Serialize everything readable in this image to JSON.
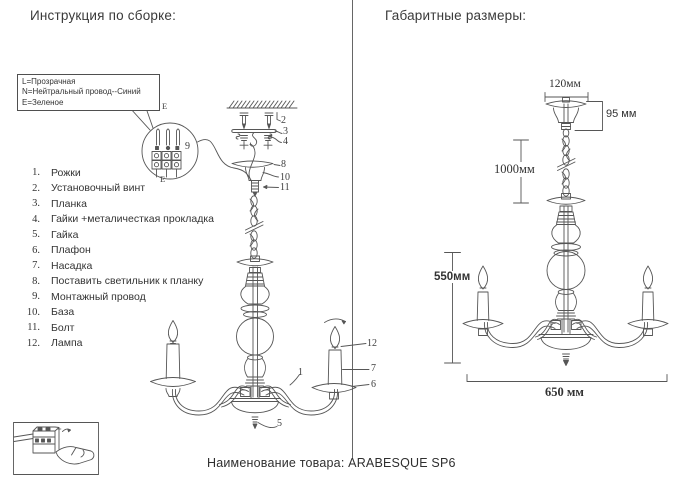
{
  "left_panel": {
    "title": "Инструкция по сборке:",
    "legend": [
      "L=Прозрачная",
      "N=Нейтральный провод--Синий",
      "E=Зеленое"
    ],
    "parts": [
      {
        "num": "1.",
        "label": "Рожки"
      },
      {
        "num": "2.",
        "label": "Установочный винт"
      },
      {
        "num": "3.",
        "label": "Планка"
      },
      {
        "num": "4.",
        "label": "Гайки +металичесткая прокладка"
      },
      {
        "num": "5.",
        "label": "Гайка"
      },
      {
        "num": "6.",
        "label": "Плафон"
      },
      {
        "num": "7.",
        "label": "Насадка"
      },
      {
        "num": "8.",
        "label": "Поставить светильник к планку"
      },
      {
        "num": "9.",
        "label": "Монтажный провод"
      },
      {
        "num": "10.",
        "label": "База"
      },
      {
        "num": "11.",
        "label": "Болт"
      },
      {
        "num": "12.",
        "label": "Лампа"
      }
    ],
    "callout": {
      "wire_top": "E",
      "wire_bottom": "E",
      "ref": "9"
    },
    "refs": {
      "r1": "1",
      "r2": "2",
      "r3": "3",
      "r4": "4",
      "r5": "5",
      "r6": "6",
      "r7": "7",
      "r8": "8",
      "r10": "10",
      "r11": "11",
      "r12": "12"
    }
  },
  "right_panel": {
    "title": "Габаритные размеры:",
    "dims": {
      "canopy_width": "120мм",
      "canopy_height": "95 мм",
      "chain_length": "1000мм",
      "body_height": "550мм",
      "body_width": "650 мм"
    }
  },
  "footer": {
    "product_line": "Наименование товара: ARABESQUE SP6"
  }
}
